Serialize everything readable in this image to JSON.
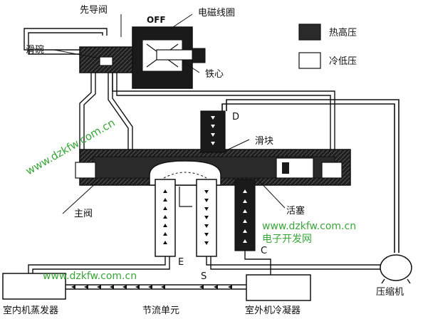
{
  "labels": {
    "pilot_valve": "先导阀",
    "off": "OFF",
    "solenoid_coil": "电磁线圈",
    "slide_bowl": "滑碗",
    "iron_core": "铁心",
    "port_d": "D",
    "slider": "滑块",
    "main_valve": "主阀",
    "piston": "活塞",
    "port_e": "E",
    "port_s": "S",
    "port_c": "C",
    "indoor_evaporator": "室内机蒸发器",
    "throttle_unit": "节流单元",
    "outdoor_condenser": "室外机冷凝器",
    "compressor": "压缩机"
  },
  "legend": {
    "hot_high": "热高压",
    "cold_low": "冷低压"
  },
  "watermarks": {
    "left_diag": "www.dzkfw.com.cn",
    "right_url": "www.dzkfw.com.cn",
    "right_cn": "电子开发网",
    "bottom_url": "www.dzkfw.com.cn"
  },
  "colors": {
    "hot_high": "#2a2a2a",
    "cold_low": "#ffffff",
    "watermark": "#3aa63a",
    "line": "#111111"
  }
}
